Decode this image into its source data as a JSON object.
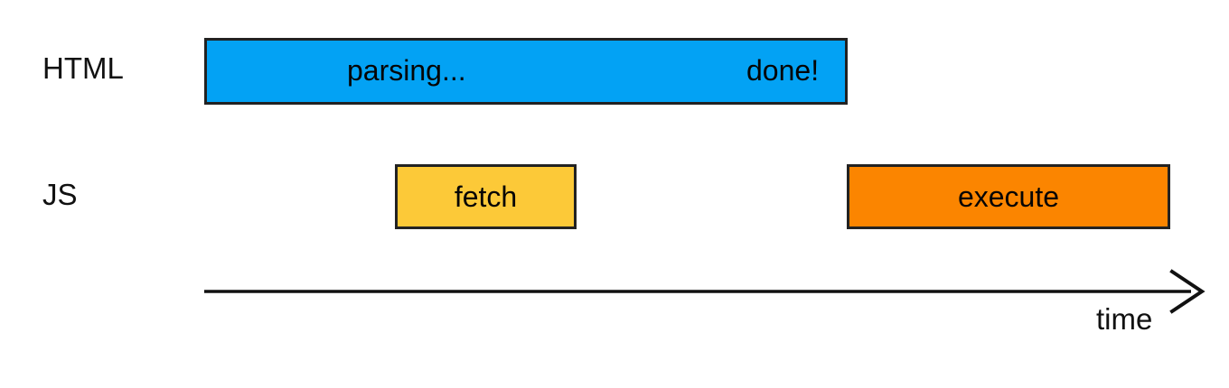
{
  "diagram": {
    "type": "timeline",
    "title": "",
    "background_color": "#ffffff",
    "rows": [
      {
        "id": "html",
        "label": "HTML",
        "bars": [
          {
            "id": "parsing",
            "labels": [
              "parsing...",
              "done!"
            ],
            "left_label": "parsing...",
            "right_label": "done!",
            "color": "#03a2f4",
            "border_color": "#222222"
          }
        ]
      },
      {
        "id": "js",
        "label": "JS",
        "bars": [
          {
            "id": "fetch",
            "label": "fetch",
            "color": "#fcc938",
            "border_color": "#222222"
          },
          {
            "id": "execute",
            "label": "execute",
            "color": "#fb8500",
            "border_color": "#222222"
          }
        ]
      }
    ],
    "axis": {
      "label": "time",
      "direction": "right",
      "color": "#111111"
    }
  }
}
